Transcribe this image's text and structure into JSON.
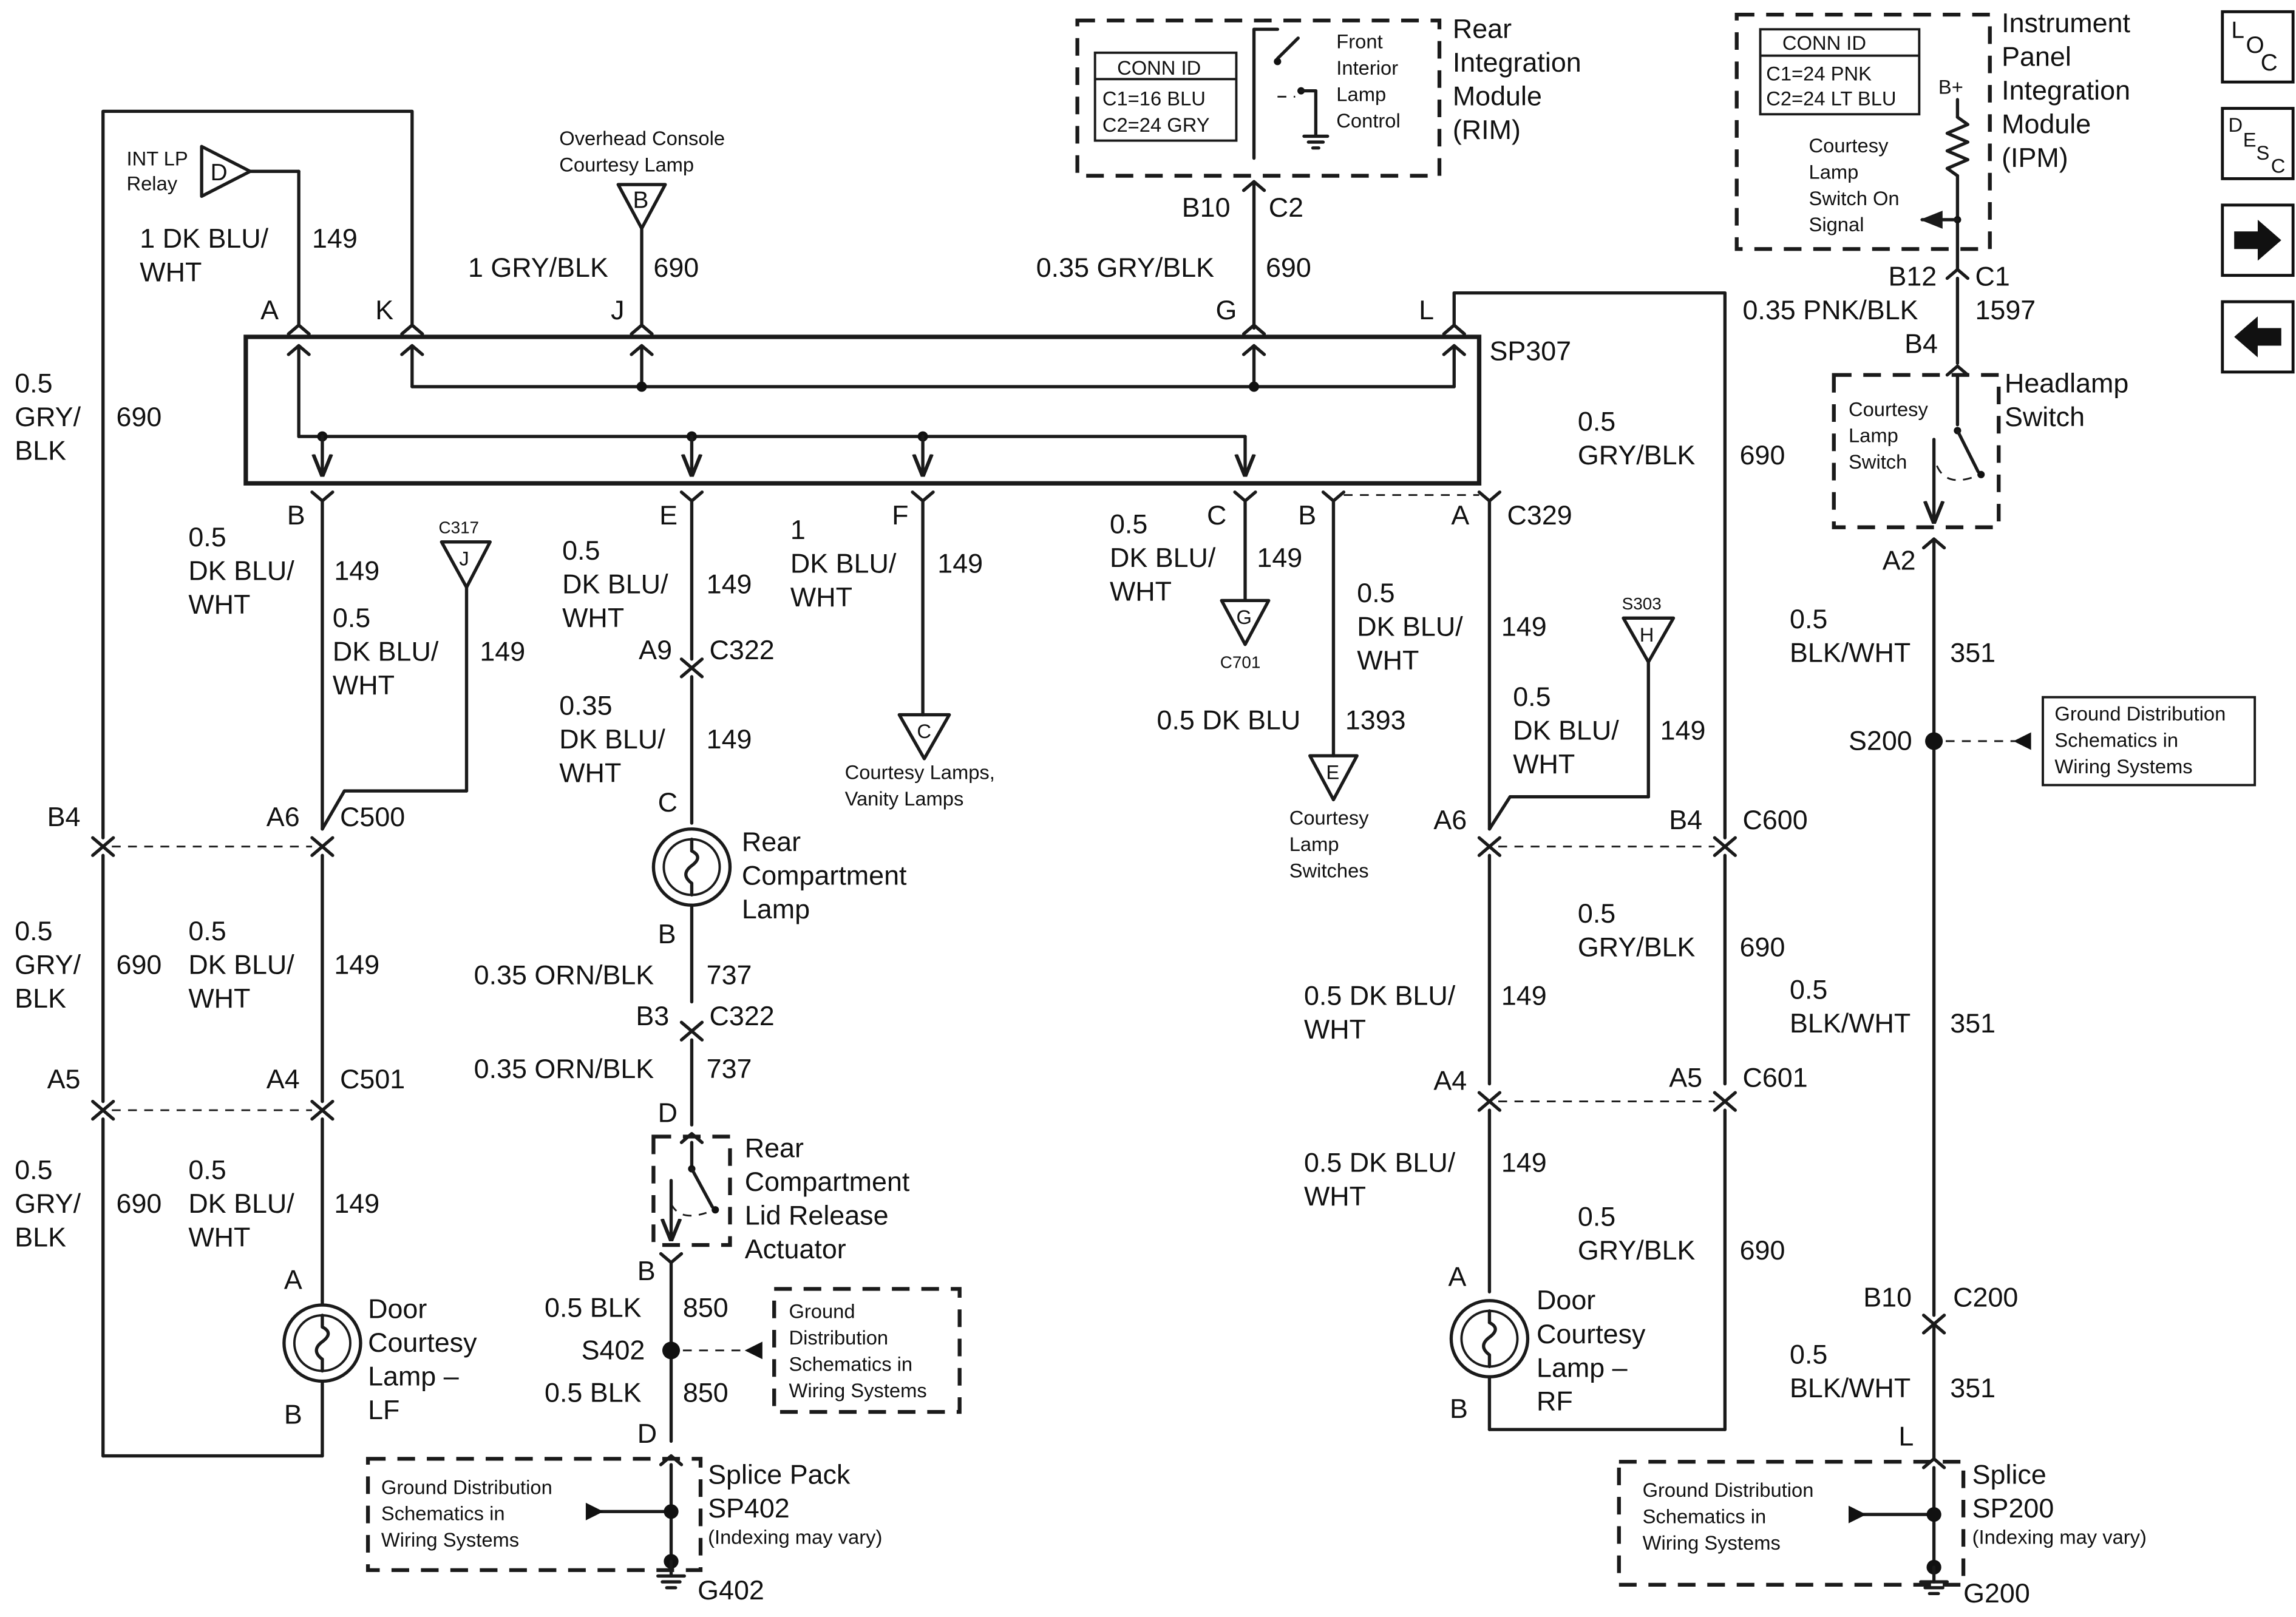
{
  "nav": {
    "loc_l": "L",
    "loc_o": "O",
    "loc_c": "C",
    "desc_d": "D",
    "desc_e": "E",
    "desc_s": "S",
    "desc_c": "C"
  },
  "rim": {
    "title1": "Rear",
    "title2": "Integration",
    "title3": "Module",
    "title4": "(RIM)",
    "conn_title": "CONN ID",
    "conn_c1": "C1=16 BLU",
    "conn_c2": "C2=24 GRY",
    "ctrl1": "Front",
    "ctrl2": "Interior",
    "ctrl3": "Lamp",
    "ctrl4": "Control",
    "pin": "B10",
    "conn": "C2"
  },
  "ipm": {
    "title1": "Instrument",
    "title2": "Panel",
    "title3": "Integration",
    "title4": "Module",
    "title5": "(IPM)",
    "conn_title": "CONN ID",
    "conn_c1": "C1=24 PNK",
    "conn_c2": "C2=24 LT BLU",
    "bplus": "B+",
    "sig1": "Courtesy",
    "sig2": "Lamp",
    "sig3": "Switch On",
    "sig4": "Signal",
    "pin": "B12",
    "conn": "C1"
  },
  "relay": {
    "label1": "INT LP",
    "label2": "Relay",
    "letter": "D"
  },
  "overhead": {
    "label1": "Overhead Console",
    "label2": "Courtesy Lamp",
    "letter": "B"
  },
  "splice": {
    "name": "SP307",
    "pins_top": [
      "A",
      "K",
      "J",
      "G",
      "L"
    ],
    "pins_bottom": [
      "B",
      "E",
      "F",
      "C",
      "B",
      "A",
      "C329"
    ]
  },
  "wires": {
    "w_a_size": "1 DK BLU/",
    "w_a_color": "WHT",
    "w_a_circuit": "149",
    "w_j_label": "1 GRY/BLK",
    "w_j_circuit": "690",
    "w_g_label": "0.35 GRY/BLK",
    "w_g_circuit": "690",
    "w_ipm_label": "0.35 PNK/BLK",
    "w_ipm_circuit": "1597",
    "w_left_size": "0.5",
    "w_left_c1": "GRY/",
    "w_left_c2": "BLK",
    "w_left_circuit": "690",
    "w_b_size": "0.5",
    "w_b_c1": "DK BLU/",
    "w_b_c2": "WHT",
    "w_b_circuit": "149",
    "w_c317_size": "0.5",
    "w_c317_c1": "DK BLU/",
    "w_c317_c2": "WHT",
    "w_c317_circuit": "149",
    "w_e_size": "0.5",
    "w_e_c1": "DK BLU/",
    "w_e_c2": "WHT",
    "w_e_circuit": "149",
    "w_e2_size": "0.35",
    "w_e2_c1": "DK BLU/",
    "w_e2_c2": "WHT",
    "w_e2_circuit": "149",
    "w_f_size": "1",
    "w_f_c1": "DK BLU/",
    "w_f_c2": "WHT",
    "w_f_circuit": "149",
    "w_c_size": "0.5",
    "w_c_c1": "DK BLU/",
    "w_c_c2": "WHT",
    "w_c_circuit": "149",
    "w_b2_label": "0.5 DK BLU",
    "w_b2_circuit": "1393",
    "w_a2_size": "0.5",
    "w_a2_c1": "DK BLU/",
    "w_a2_c2": "WHT",
    "w_a2_circuit": "149",
    "w_s303_size": "0.5",
    "w_s303_c1": "DK BLU/",
    "w_s303_c2": "WHT",
    "w_s303_circuit": "149",
    "w_l_size": "0.5",
    "w_l_c1": "GRY/BLK",
    "w_l_circuit": "690",
    "w_hs_size": "0.5",
    "w_hs_c1": "BLK/WHT",
    "w_hs_circuit": "351",
    "w_left2_size": "0.5",
    "w_left2_c1": "GRY/",
    "w_left2_c2": "BLK",
    "w_left2_circuit": "690",
    "w_b3_size": "0.5",
    "w_b3_c1": "DK BLU/",
    "w_b3_c2": "WHT",
    "w_b3_circuit": "149",
    "w_left3_size": "0.5",
    "w_left3_c1": "GRY/",
    "w_left3_c2": "BLK",
    "w_left3_circuit": "690",
    "w_b4_size": "0.5",
    "w_b4_c1": "DK BLU/",
    "w_b4_c2": "WHT",
    "w_b4_circuit": "149",
    "w_orn1_label": "0.35 ORN/BLK",
    "w_orn1_circuit": "737",
    "w_orn2_label": "0.35 ORN/BLK",
    "w_orn2_circuit": "737",
    "w_blk1_label": "0.5 BLK",
    "w_blk1_circuit": "850",
    "w_blk2_label": "0.5 BLK",
    "w_blk2_circuit": "850",
    "w_rf_gry_size": "0.5",
    "w_rf_gry_c1": "GRY/BLK",
    "w_rf_gry_circuit": "690",
    "w_rf_blu_label": "0.5 DK BLU/",
    "w_rf_blu_c2": "WHT",
    "w_rf_blu_circuit": "149",
    "w_rf_blu2_label": "0.5 DK BLU/",
    "w_rf_blu2_c2": "WHT",
    "w_rf_blu2_circuit": "149",
    "w_rf_gry2_size": "0.5",
    "w_rf_gry2_c1": "GRY/BLK",
    "w_rf_gry2_circuit": "690",
    "w_hs2_size": "0.5",
    "w_hs2_c1": "BLK/WHT",
    "w_hs2_circuit": "351",
    "w_hs3_size": "0.5",
    "w_hs3_c1": "BLK/WHT",
    "w_hs3_circuit": "351"
  },
  "connectors": {
    "c317": "C317",
    "c317_letter": "J",
    "c322": "C322",
    "a9": "A9",
    "e_pin": "E",
    "c_pin": "C",
    "courtesy_letter": "C",
    "courtesy1": "Courtesy Lamps,",
    "courtesy2": "Vanity Lamps",
    "c701": "C701",
    "c701_letter": "G",
    "switches_letter": "E",
    "switches1": "Courtesy",
    "switches2": "Lamp",
    "switches3": "Switches",
    "s303": "S303",
    "s303_letter": "H",
    "c500": "C500",
    "c500_left": "B4",
    "c500_right": "A6",
    "c501": "C501",
    "c501_left": "A5",
    "c501_right": "A4",
    "c600": "C600",
    "c600_left": "A6",
    "c600_right": "B4",
    "c601": "C601",
    "c601_left": "A4",
    "c601_right": "A5",
    "b3": "B3",
    "c322b": "C322",
    "d_pin": "D",
    "b_pin": "B",
    "b_pin2": "B",
    "d_pin2": "D",
    "a_lf": "A",
    "b_lf": "B",
    "a_rf": "A",
    "b_rf": "B",
    "b4_pin": "B4",
    "a2_pin": "A2",
    "s200": "S200",
    "b10_pin": "B10",
    "c200": "C200",
    "l_pin": "L",
    "s402": "S402",
    "g402": "G402",
    "g200": "G200"
  },
  "components": {
    "rear_lamp1": "Rear",
    "rear_lamp2": "Compartment",
    "rear_lamp3": "Lamp",
    "lid1": "Rear",
    "lid2": "Compartment",
    "lid3": "Lid Release",
    "lid4": "Actuator",
    "lf1": "Door",
    "lf2": "Courtesy",
    "lf3": "Lamp –",
    "lf4": "LF",
    "rf1": "Door",
    "rf2": "Courtesy",
    "rf3": "Lamp –",
    "rf4": "RF",
    "hs_title1": "Headlamp",
    "hs_title2": "Switch",
    "hs_sw1": "Courtesy",
    "hs_sw2": "Lamp",
    "hs_sw3": "Switch",
    "sp402_1": "Splice Pack",
    "sp402_2": "SP402",
    "sp402_3": "(Indexing may vary)",
    "sp200_1": "Splice",
    "sp200_2": "SP200",
    "sp200_3": "(Indexing may vary)",
    "gd_a1": "Ground Distribution",
    "gd_a2": "Schematics in",
    "gd_a3": "Wiring Systems",
    "gd_b1": "Ground",
    "gd_b2": "Distribution",
    "gd_b3": "Schematics in",
    "gd_b4": "Wiring Systems",
    "gd_c1": "Ground Distribution",
    "gd_c2": "Schematics in",
    "gd_c3": "Wiring Systems",
    "gd_d1": "Ground Distribution",
    "gd_d2": "Schematics in",
    "gd_d3": "Wiring Systems"
  }
}
